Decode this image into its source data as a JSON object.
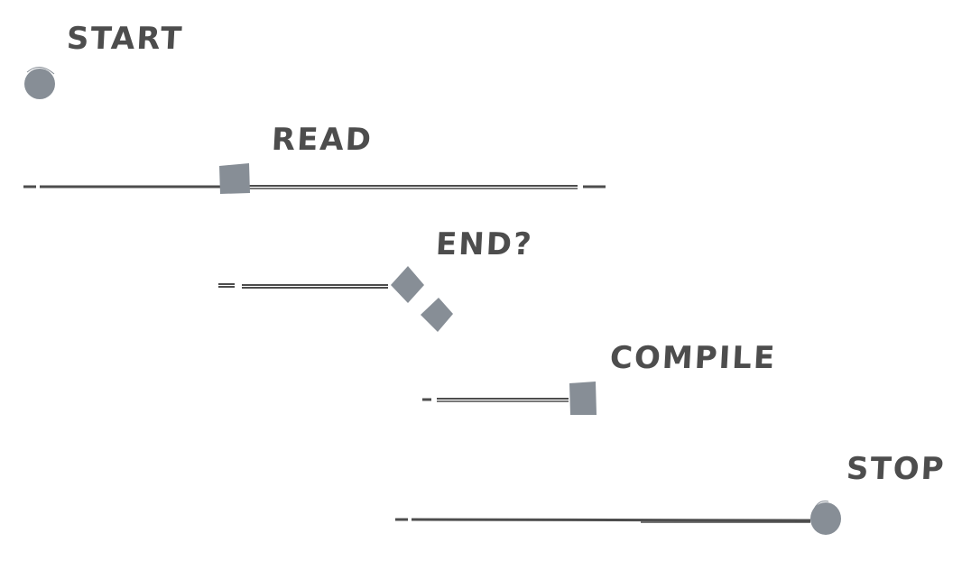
{
  "diagram": {
    "type": "flowchart",
    "style": "hand-drawn",
    "colors": {
      "node_fill": "#878e96",
      "line": "#4d4d4d",
      "label": "#4d4d4d",
      "background": "#ffffff"
    },
    "nodes": [
      {
        "id": "start",
        "label": "START",
        "shape": "circle"
      },
      {
        "id": "read",
        "label": "READ",
        "shape": "square"
      },
      {
        "id": "end",
        "label": "END?",
        "shape": "diamond"
      },
      {
        "id": "compile",
        "label": "COMPILE",
        "shape": "square"
      },
      {
        "id": "stop",
        "label": "STOP",
        "shape": "circle"
      }
    ]
  }
}
